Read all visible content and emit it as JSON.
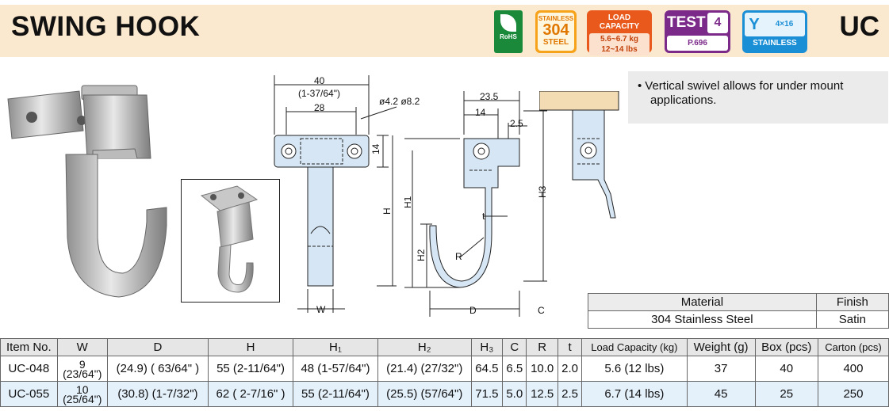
{
  "header": {
    "title": "SWING HOOK",
    "code": "UC",
    "badges": {
      "rohs": "RoHS",
      "stainless_top": "STAINLESS",
      "stainless_grade": "304",
      "stainless_bottom": "STEEL",
      "load_head": "LOAD CAPACITY",
      "load_kg": "5.6~6.7 kg",
      "load_lbs": "12~14 lbs",
      "test_label": "TEST",
      "test_num": "4",
      "test_page": "P.696",
      "screw_size": "4×16",
      "screw_material": "STAINLESS"
    }
  },
  "note": {
    "bullet": "•",
    "line1": "Vertical swivel allows for under mount",
    "line2": "applications."
  },
  "drawing": {
    "dim_40": "40",
    "dim_40_in": "(1-37/64\")",
    "dim_28": "28",
    "dim_holes": "ø4.2  ø8.2",
    "dim_14": "14",
    "dim_H": "H",
    "dim_W": "W",
    "dim_23_5": "23.5",
    "dim_14b": "14",
    "dim_2_5": "2.5",
    "dim_H1": "H1",
    "dim_H2": "H2",
    "dim_H3": "H3",
    "dim_t": "t",
    "dim_R": "R",
    "dim_D": "D",
    "dim_C": "C"
  },
  "material_table": {
    "headers": [
      "Material",
      "Finish"
    ],
    "row": [
      "304 Stainless Steel",
      "Satin"
    ]
  },
  "spec_table": {
    "headers": [
      "Item No.",
      "W",
      "D",
      "H",
      "H₁",
      "H₂",
      "H₃",
      "C",
      "R",
      "t",
      "Load Capacity (kg)",
      "Weight (g)",
      "Box (pcs)",
      "Carton (pcs)"
    ],
    "rows": [
      {
        "item": "UC-048",
        "w_mm": "9",
        "w_in": "(23/64\")",
        "d": "(24.9) ( 63/64\" )",
        "h": "55 (2-11/64\")",
        "h1": "48 (1-57/64\")",
        "h2": "(21.4) (27/32\")",
        "h3": "64.5",
        "c": "6.5",
        "r": "10.0",
        "t": "2.0",
        "load": "5.6 (12 lbs)",
        "weight": "37",
        "box": "40",
        "carton": "400"
      },
      {
        "item": "UC-055",
        "w_mm": "10",
        "w_in": "(25/64\")",
        "d": "(30.8) (1-7/32\")",
        "h": "62 ( 2-7/16\" )",
        "h1": "55 (2-11/64\")",
        "h2": "(25.5) (57/64\")",
        "h3": "71.5",
        "c": "5.0",
        "r": "12.5",
        "t": "2.5",
        "load": "6.7 (14 lbs)",
        "weight": "45",
        "box": "25",
        "carton": "250"
      }
    ]
  },
  "colors": {
    "header_bg": "#fbe9cf",
    "rohs": "#1a8a3a",
    "stainless_badge": "#f7a21b",
    "load_badge": "#e8591b",
    "test_badge": "#7c2a8a",
    "screw_badge": "#1b8fd6",
    "drawing_fill": "#d6e6f4",
    "row2_bg": "#e4f1fb"
  }
}
